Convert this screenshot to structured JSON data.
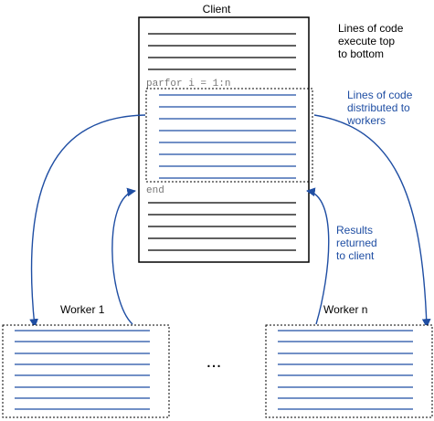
{
  "client": {
    "title": "Client"
  },
  "notes": {
    "top_to_bottom": [
      "Lines of code",
      "execute top",
      "to bottom"
    ],
    "distributed": [
      "Lines of code",
      "distributed to",
      "workers"
    ],
    "results": [
      "Results",
      "returned",
      "to client"
    ]
  },
  "code": {
    "parfor": "parfor i = 1:n",
    "end": "end"
  },
  "workers": {
    "first": "Worker 1",
    "last": "Worker n",
    "ellipsis": "..."
  },
  "colors": {
    "blue": "#1f4ea3",
    "black": "#000000",
    "code_gray": "#777777"
  }
}
